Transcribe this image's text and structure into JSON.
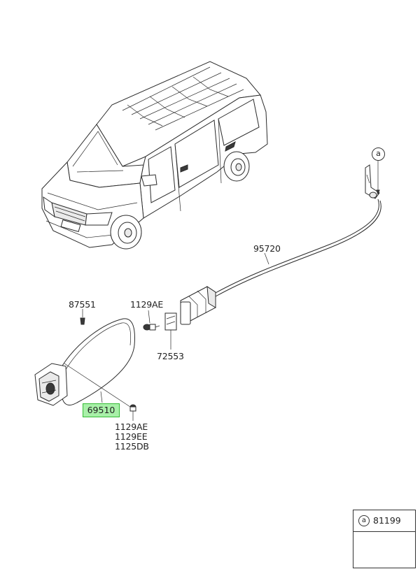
{
  "diagram": {
    "part_labels": {
      "p95720": "95720",
      "p87551": "87551",
      "p1129AE_top": "1129AE",
      "p72553": "72553",
      "p69510": "69510",
      "p1129AE": "1129AE",
      "p1129EE": "1129EE",
      "p1125DB": "1125DB"
    },
    "callout_letter": "a",
    "legend": {
      "letter": "a",
      "code": "81199"
    },
    "highlight_color": "#a8f0a8",
    "icons": [
      "van-illustration",
      "fuel-filler-door",
      "release-cable",
      "cable-bracket",
      "screw",
      "clip"
    ]
  }
}
